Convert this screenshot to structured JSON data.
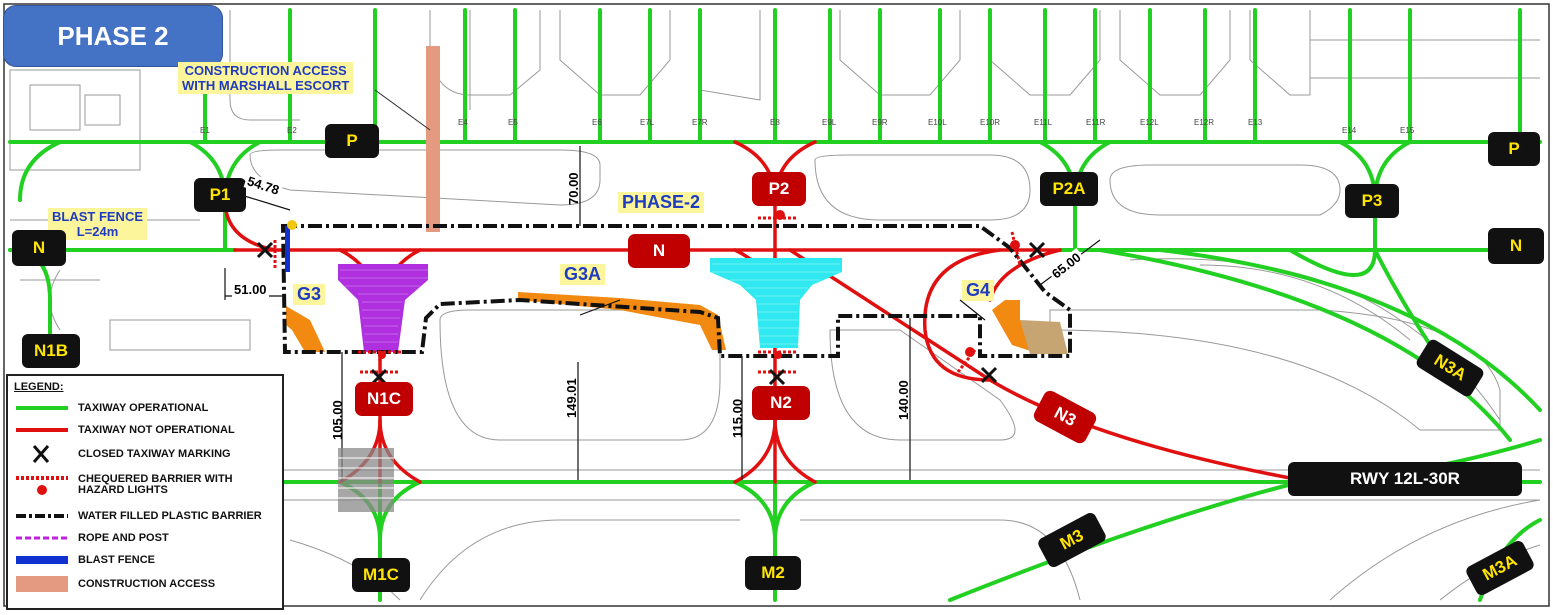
{
  "title": "PHASE 2",
  "construction_note": [
    "CONSTRUCTION ACCESS",
    "WITH MARSHALL ESCORT"
  ],
  "blast_fence_note": [
    "BLAST FENCE",
    "L=24m"
  ],
  "phase_label": "PHASE-2",
  "taxiway_labels": {
    "p_left": "P",
    "p_right": "P",
    "p1": "P1",
    "p2a": "P2A",
    "p3": "P3",
    "n_left": "N",
    "n_right": "N",
    "n1b": "N1B",
    "n3a": "N3A",
    "m1c": "M1C",
    "m2": "M2",
    "m3": "M3",
    "m3a": "M3A"
  },
  "closed_labels": {
    "p2": "P2",
    "n": "N",
    "n1c": "N1C",
    "n2": "N2",
    "n3": "N3"
  },
  "stand_labels": {
    "g3": "G3",
    "g3a": "G3A",
    "g4": "G4"
  },
  "runway_label": "RWY 12L-30R",
  "dimensions": {
    "d_54_78": "54.78",
    "d_70": "70.00",
    "d_51": "51.00",
    "d_65": "65.00",
    "d_149_01": "149.01",
    "d_105": "105.00",
    "d_115": "115.00",
    "d_140": "140.00"
  },
  "gates": [
    "E1",
    "E2",
    "E4",
    "E5",
    "E6",
    "E7L",
    "E7R",
    "E8",
    "E9L",
    "E9R",
    "E10L",
    "E10R",
    "E11L",
    "E11R",
    "E12L",
    "E12R",
    "E13",
    "E14",
    "E15"
  ],
  "legend": {
    "title": "LEGEND:",
    "items": [
      "TAXIWAY OPERATIONAL",
      "TAXIWAY NOT OPERATIONAL",
      "CLOSED TAXIWAY MARKING",
      "CHEQUERED BARRIER WITH HAZARD LIGHTS",
      "WATER FILLED PLASTIC BARRIER",
      "ROPE AND POST",
      "BLAST FENCE",
      "CONSTRUCTION ACCESS"
    ]
  },
  "colors": {
    "operational": "#22d022",
    "not_operational": "#e01010",
    "barrier": "#111111",
    "rope": "#c020e0",
    "blast_fence": "#1030d0",
    "construction": "#e39a80",
    "stand_g3": "#b030e0",
    "stand_n2": "#30e8f0",
    "apron_orange": "#f28a12"
  }
}
